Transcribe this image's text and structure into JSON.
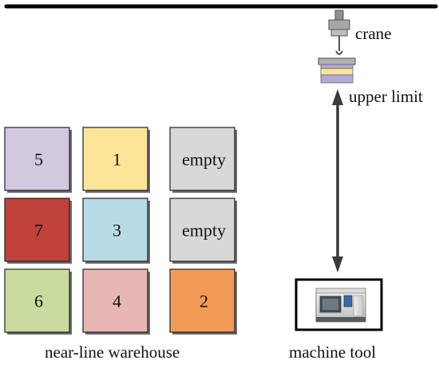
{
  "crane": {
    "label": "crane",
    "upper_limit_label": "upper limit"
  },
  "warehouse": {
    "label": "near-line warehouse",
    "slots": [
      {
        "text": "5",
        "color": "#d2c8e0"
      },
      {
        "text": "1",
        "color": "#fde69a"
      },
      {
        "text": "empty",
        "color": "#d8d8d8"
      },
      {
        "text": "7",
        "color": "#c0413b"
      },
      {
        "text": "3",
        "color": "#b6dbe4"
      },
      {
        "text": "empty",
        "color": "#d8d8d8"
      },
      {
        "text": "6",
        "color": "#c9dc9e"
      },
      {
        "text": "4",
        "color": "#e8b7b3"
      },
      {
        "text": "2",
        "color": "#f29b57"
      }
    ]
  },
  "machine_tool": {
    "label": "machine tool",
    "icon": "cnc-machine-icon"
  },
  "colors": {
    "rail": "#000000",
    "arrow": "#3a3a3a",
    "crane_body": "#9a9a9a",
    "load_top": "#b8a9d4",
    "load_middle": "#fde69a"
  }
}
